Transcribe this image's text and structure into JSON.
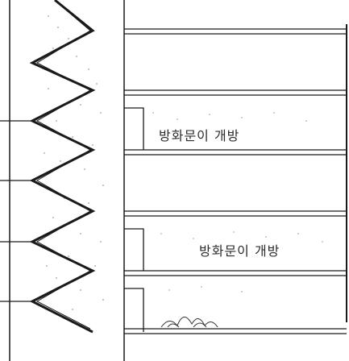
{
  "diagram": {
    "annotations": [
      {
        "id": "door-open-upper",
        "text": "방화문이 개방"
      },
      {
        "id": "door-open-lower",
        "text": "방화문이 개방"
      }
    ],
    "floors": 5,
    "colors": {
      "line": "#1a1a1a",
      "smoke": "#bdbdbd",
      "background": "#ffffff"
    }
  }
}
